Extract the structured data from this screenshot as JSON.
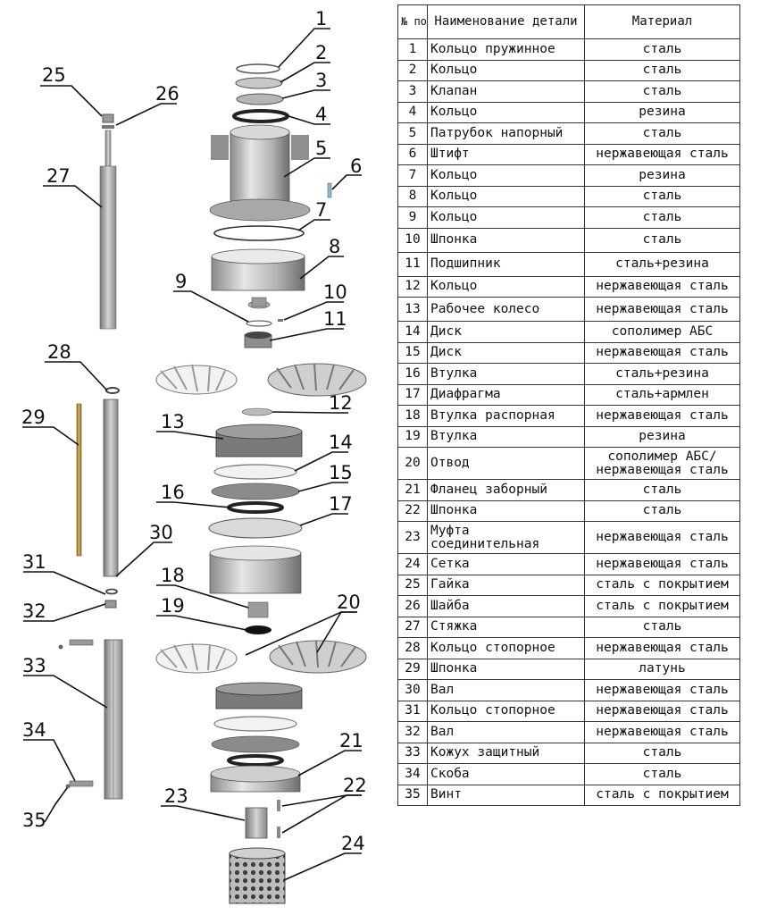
{
  "table": {
    "header": {
      "num_label": "№ поз",
      "name_label": "Наименование детали",
      "material_label": "Материал"
    },
    "rows": [
      {
        "num": "1",
        "name": "Кольцо пружинное",
        "material": "сталь"
      },
      {
        "num": "2",
        "name": "Кольцо",
        "material": "сталь"
      },
      {
        "num": "3",
        "name": "Клапан",
        "material": "сталь"
      },
      {
        "num": "4",
        "name": "Кольцо",
        "material": "резина"
      },
      {
        "num": "5",
        "name": "Патрубок напорный",
        "material": "сталь"
      },
      {
        "num": "6",
        "name": "Штифт",
        "material": "нержавеющая сталь"
      },
      {
        "num": "7",
        "name": "Кольцо",
        "material": "резина"
      },
      {
        "num": "8",
        "name": "Кольцо",
        "material": "сталь"
      },
      {
        "num": "9",
        "name": "Кольцо",
        "material": "сталь"
      },
      {
        "num": "10",
        "name": "Шпонка",
        "material": "сталь"
      },
      {
        "num": "11",
        "name": "Подшипник",
        "material": "сталь+резина"
      },
      {
        "num": "12",
        "name": "Кольцо",
        "material": "нержавеющая сталь"
      },
      {
        "num": "13",
        "name": "Рабочее колесо",
        "material": "нержавеющая сталь"
      },
      {
        "num": "14",
        "name": "Диск",
        "material": "сополимер АБС"
      },
      {
        "num": "15",
        "name": "Диск",
        "material": "нержавеющая сталь"
      },
      {
        "num": "16",
        "name": "Втулка",
        "material": "сталь+резина"
      },
      {
        "num": "17",
        "name": "Диафрагма",
        "material": "сталь+армлен"
      },
      {
        "num": "18",
        "name": "Втулка распорная",
        "material": "нержавеющая сталь"
      },
      {
        "num": "19",
        "name": "Втулка",
        "material": "резина"
      },
      {
        "num": "20",
        "name": "Отвод",
        "material": "сополимер АБС/ нержавеющая сталь"
      },
      {
        "num": "21",
        "name": "Фланец заборный",
        "material": "сталь"
      },
      {
        "num": "22",
        "name": "Шпонка",
        "material": "сталь"
      },
      {
        "num": "23",
        "name": "Муфта соединительная",
        "material": "нержавеющая сталь"
      },
      {
        "num": "24",
        "name": "Сетка",
        "material": "нержавеющая сталь"
      },
      {
        "num": "25",
        "name": "Гайка",
        "material": "сталь с покрытием"
      },
      {
        "num": "26",
        "name": "Шайба",
        "material": "сталь с покрытием"
      },
      {
        "num": "27",
        "name": "Стяжка",
        "material": "сталь"
      },
      {
        "num": "28",
        "name": "Кольцо стопорное",
        "material": "нержавеющая сталь"
      },
      {
        "num": "29",
        "name": "Шпонка",
        "material": "латунь"
      },
      {
        "num": "30",
        "name": "Вал",
        "material": "нержавеющая сталь"
      },
      {
        "num": "31",
        "name": "Кольцо стопорное",
        "material": "нержавеющая сталь"
      },
      {
        "num": "32",
        "name": "Вал",
        "material": "нержавеющая сталь"
      },
      {
        "num": "33",
        "name": "Кожух защитный",
        "material": "сталь"
      },
      {
        "num": "34",
        "name": "Скоба",
        "material": "сталь"
      },
      {
        "num": "35",
        "name": "Винт",
        "material": "сталь с покрытием"
      }
    ]
  },
  "callouts": [
    "1",
    "2",
    "3",
    "4",
    "5",
    "6",
    "7",
    "8",
    "9",
    "10",
    "11",
    "12",
    "13",
    "14",
    "15",
    "16",
    "17",
    "18",
    "19",
    "20",
    "21",
    "22",
    "23",
    "24",
    "25",
    "26",
    "27",
    "28",
    "29",
    "30",
    "31",
    "32",
    "33",
    "34",
    "35"
  ],
  "colors": {
    "steel_light": "#d9d9d9",
    "steel_mid": "#a6a6a6",
    "steel_dark": "#5c5c5c",
    "rubber": "#2a2a2a",
    "brass": "#b08a3c",
    "plastic": "#f2f2f2"
  }
}
